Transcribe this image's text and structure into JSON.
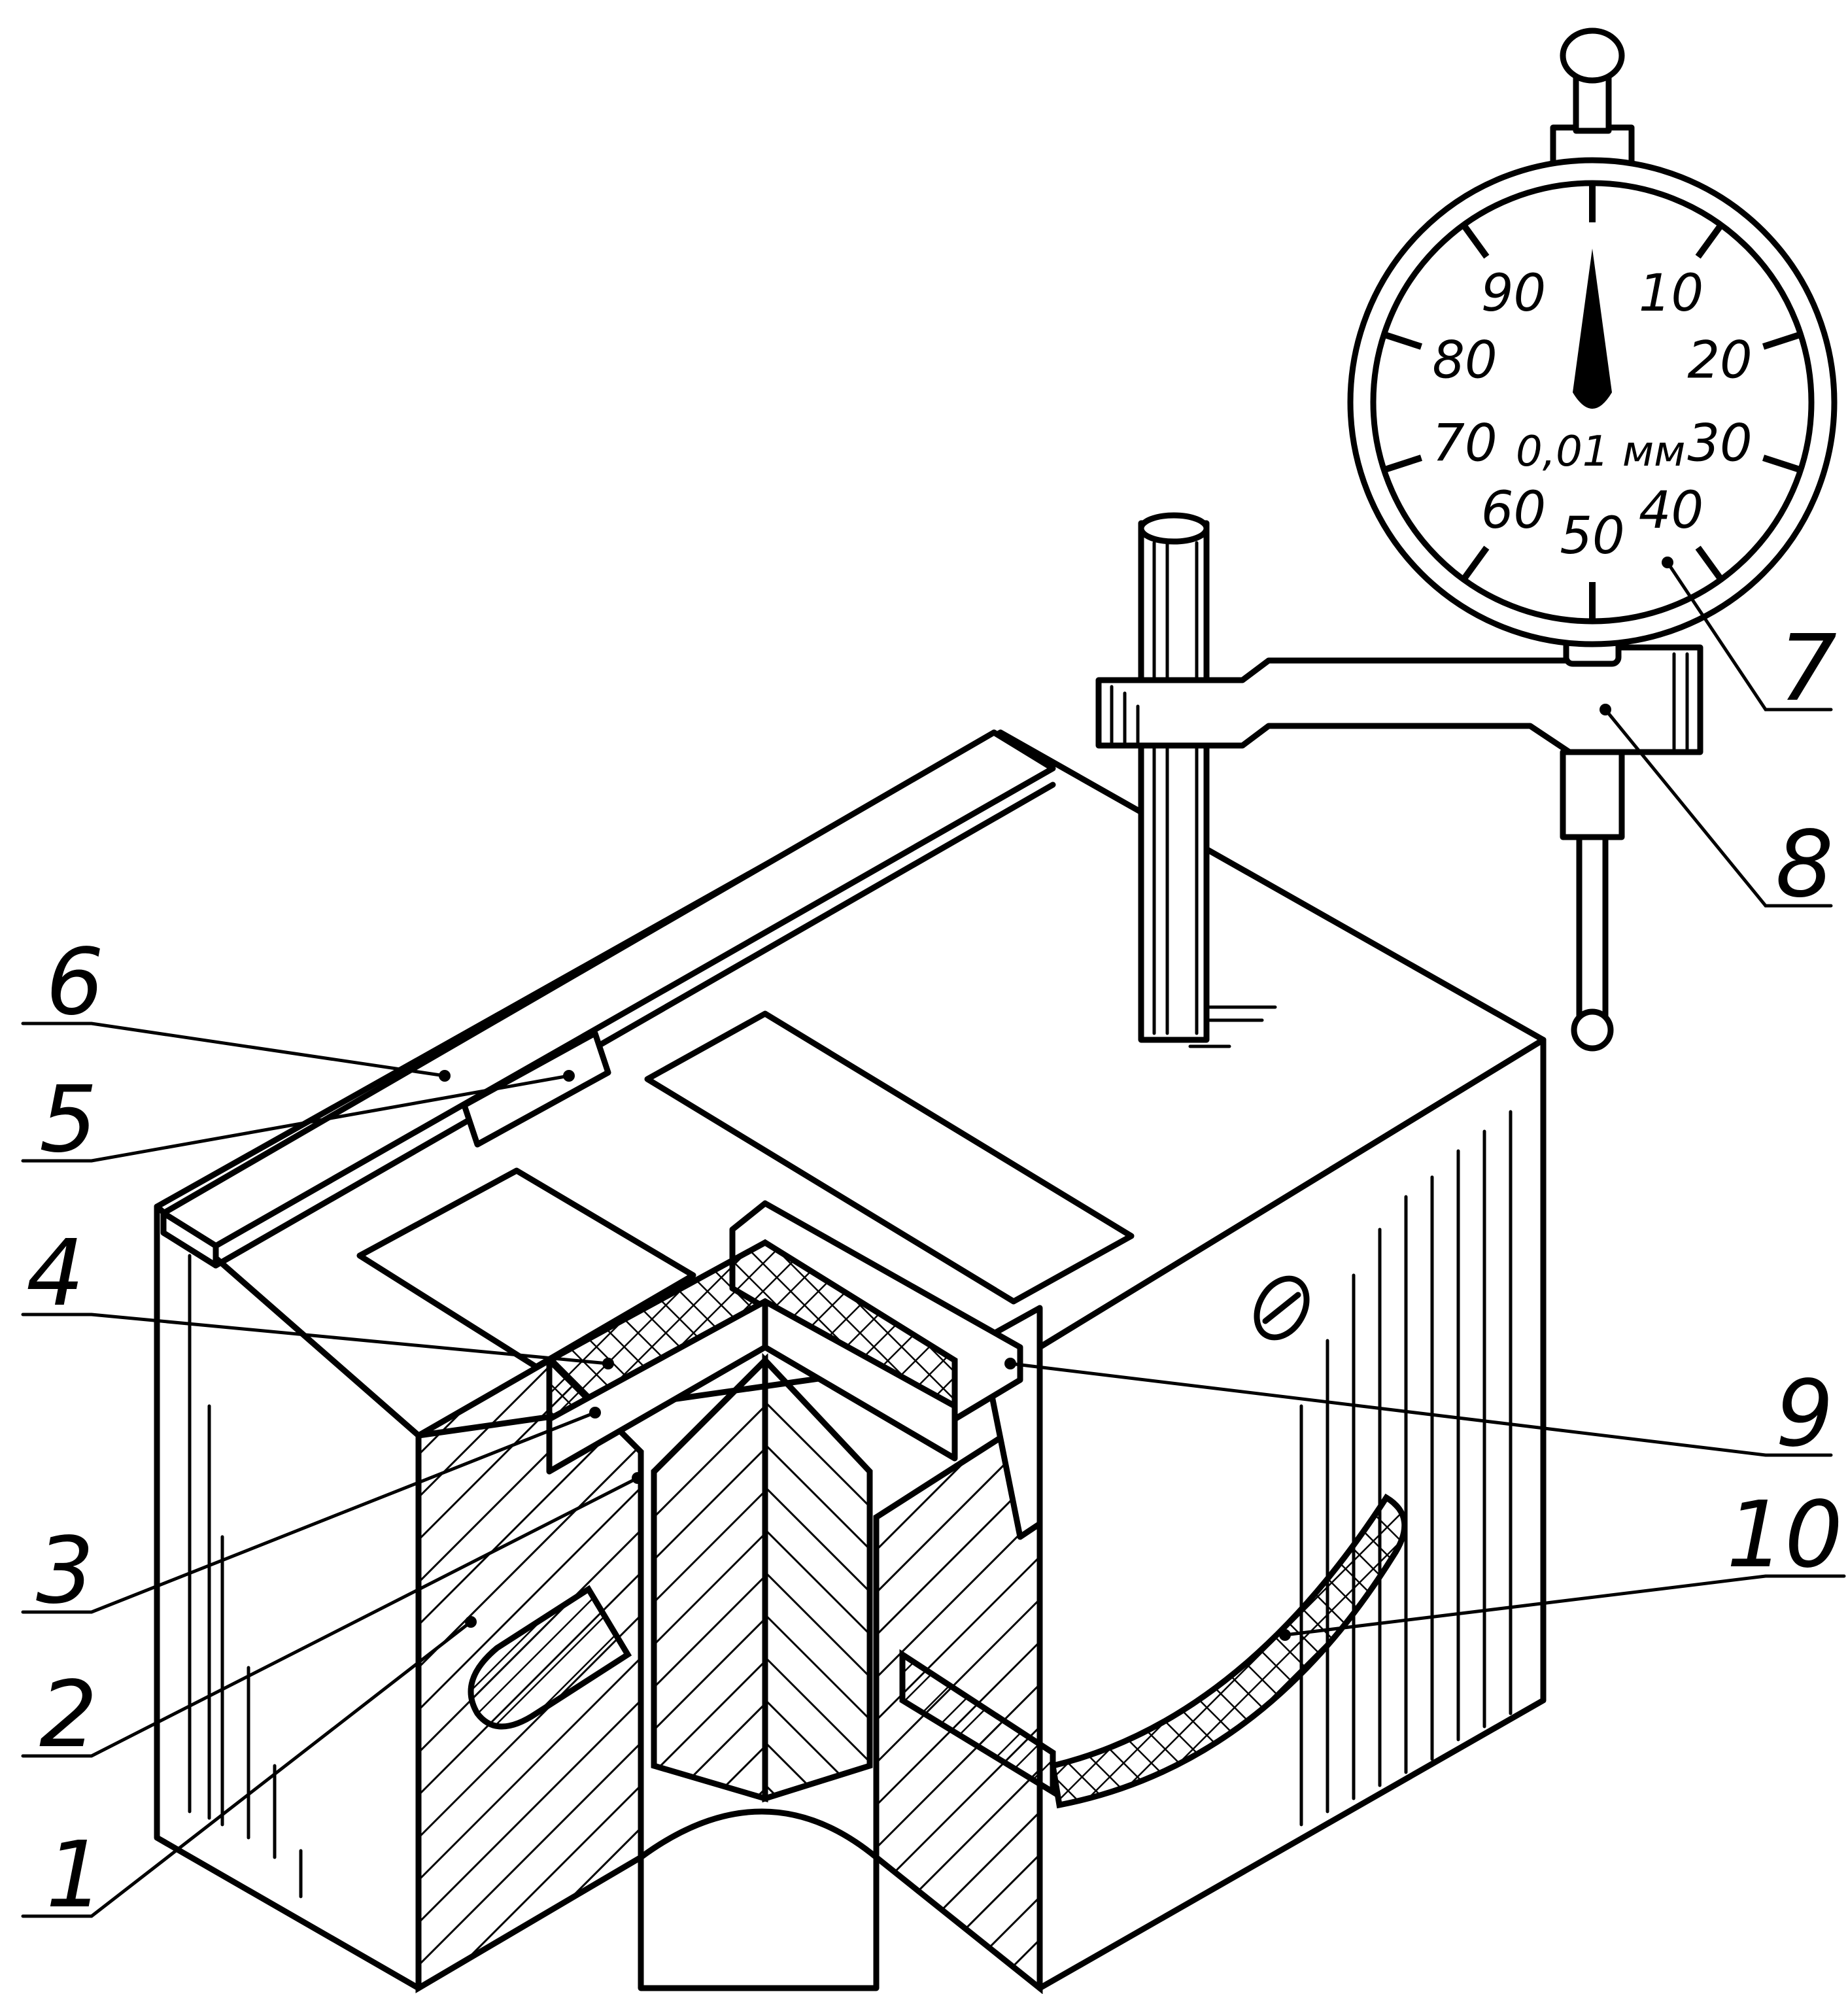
{
  "dial": {
    "scale_labels": [
      "10",
      "20",
      "30",
      "40",
      "50",
      "60",
      "70",
      "80",
      "90"
    ],
    "unit": "0,01 мм"
  },
  "callouts": [
    "1",
    "2",
    "3",
    "4",
    "5",
    "6",
    "7",
    "8",
    "9",
    "10"
  ]
}
